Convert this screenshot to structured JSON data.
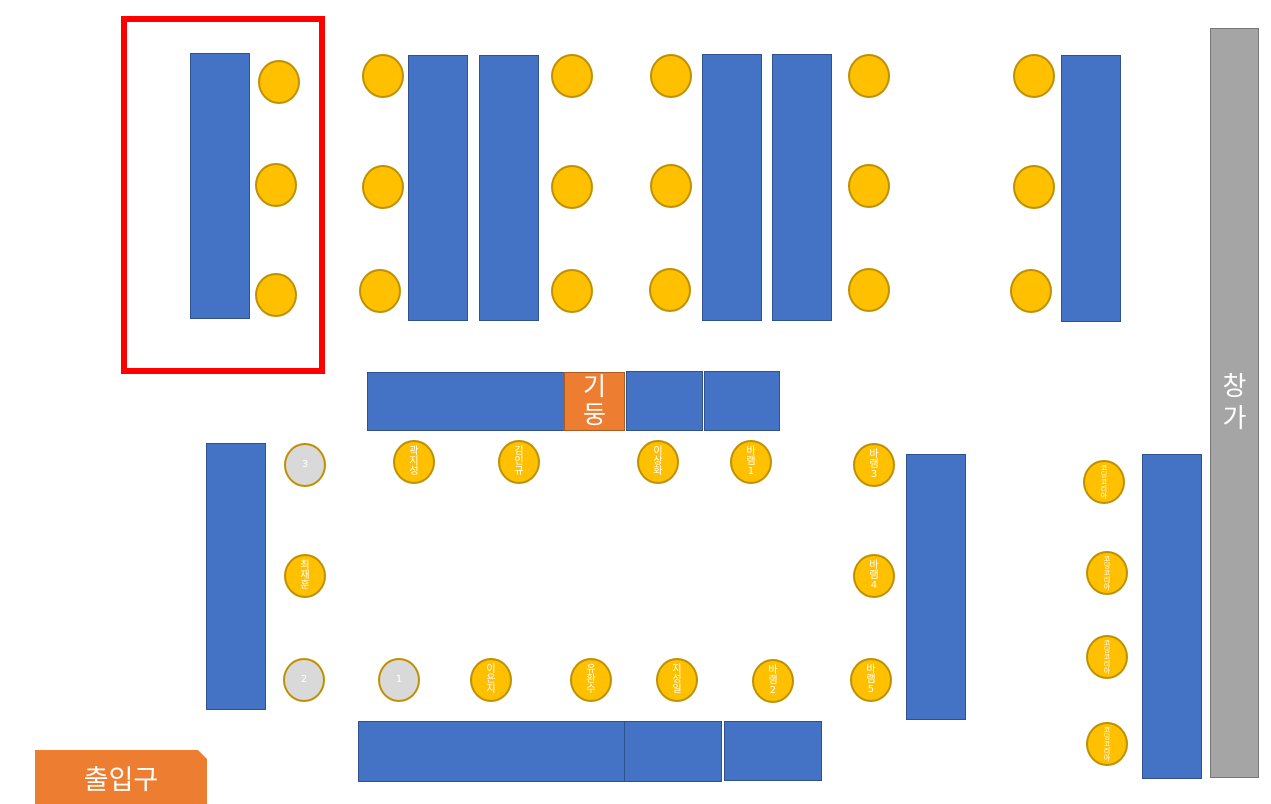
{
  "labels": {
    "pillar": "기\n둥",
    "window": "창\n가",
    "exit": "출입구"
  },
  "seats": {
    "s3": "3",
    "s2": "2",
    "s1": "1",
    "kwak": "곽\n지\n성",
    "kim": "김\n인\n규",
    "lee_sh": "이\n상\n화",
    "wish1": "바\n램\n1",
    "wish2": "바\n램\n2",
    "wish3": "바\n램\n3",
    "wish4": "바\n램\n4",
    "wish5": "바\n램\n5",
    "choi": "최\n재\n훈",
    "lee_ej": "이\n은\n지",
    "yoo": "유\n환\n수",
    "ji": "지\n성\n일",
    "ck": "코\n딩\n코\n리\n아"
  },
  "colors": {
    "table": "#4472C4",
    "seat": "#FFC000",
    "empty_seat": "#D9D9D9",
    "pillar": "#ED7D31",
    "window": "#A5A5A5",
    "highlight": "#FF0000"
  }
}
